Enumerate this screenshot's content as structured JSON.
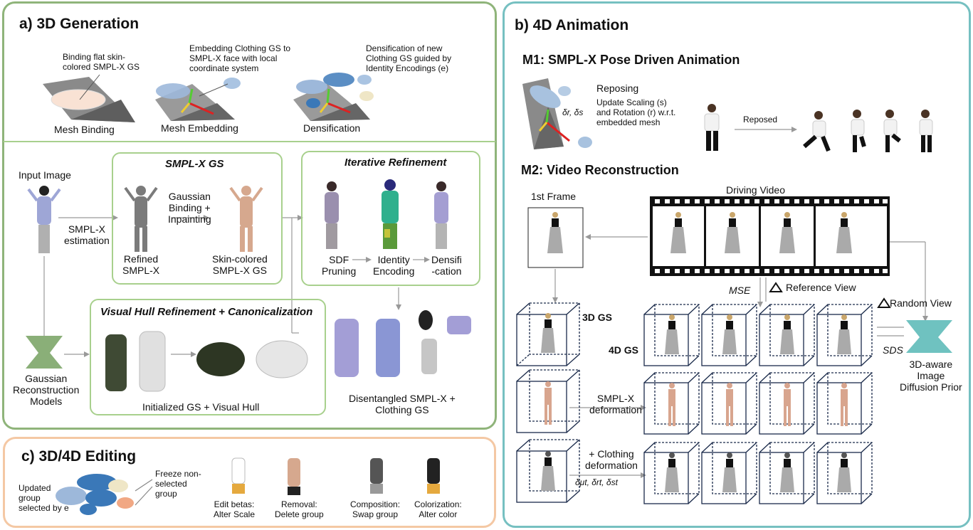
{
  "panel_a": {
    "title": "a) 3D Generation",
    "top": {
      "binding_note": "Binding flat skin-\ncolored SMPL-X GS",
      "embedding_note": "Embedding Clothing GS to\nSMPL-X face with local\ncoordinate system",
      "densification_note": "Densification of new\nClothing GS guided by\nIdentity Encodings (e)",
      "mesh_binding": "Mesh Binding",
      "mesh_embedding": "Mesh Embedding",
      "densification": "Densification"
    },
    "input_image": "Input Image",
    "smplx_estimation": "SMPL-X\nestimation",
    "smplx_gs": {
      "title": "SMPL-X GS",
      "gaussian_binding": "Gaussian\nBinding +\nInpainting",
      "refined": "Refined\nSMPL-X",
      "skin_colored": "Skin-colored\nSMPL-X GS"
    },
    "iterative": {
      "title": "Iterative Refinement",
      "sdf": "SDF\nPruning",
      "identity": "Identity\nEncoding",
      "densi": "Densifi\n-cation"
    },
    "visual_hull": {
      "title": "Visual Hull Refinement + Canonicalization",
      "caption": "Initialized GS + Visual Hull"
    },
    "gaussian_models": "Gaussian\nReconstruction\nModels",
    "disentangled": "Disentangled SMPL-X +\nClothing GS"
  },
  "panel_b": {
    "title": "b) 4D Animation",
    "m1": {
      "title": "M1: SMPL-X Pose Driven Animation",
      "reposing": "Reposing",
      "update_note": "Update Scaling (s)\nand Rotation (r) w.r.t.\nembedded mesh",
      "delta": "δr, δs",
      "reposed": "Reposed"
    },
    "m2": {
      "title": "M2: Video Reconstruction",
      "first_frame": "1st Frame",
      "driving_video": "Driving Video",
      "mse": "MSE",
      "reference_view": "Reference View",
      "random_view": "Random View",
      "gs3d": "3D GS",
      "gs4d": "4D GS",
      "sds": "SDS",
      "smplx_deformation": "SMPL-X\ndeformation",
      "clothing_deformation": "+ Clothing\ndeformation",
      "delta_t": "δμt, δrt, δst",
      "diffusion_prior": "3D-aware\nImage\nDiffusion Prior"
    }
  },
  "panel_c": {
    "title": "c) 3D/4D Editing",
    "updated_group": "Updated\ngroup\nselected by e",
    "freeze": "Freeze non-\nselected\ngroup",
    "edits": [
      {
        "label": "Edit betas:\nAlter Scale"
      },
      {
        "label": "Removal:\nDelete group"
      },
      {
        "label": "Composition:\nSwap group"
      },
      {
        "label": "Colorization:\nAlter color"
      }
    ]
  },
  "colors": {
    "green_border": "#8fb47a",
    "light_green": "#a8d08d",
    "teal_border": "#76c0c1",
    "peach_border": "#f4c8a4",
    "teal_shape": "#6fc2c0",
    "green_shape": "#8aaf78"
  }
}
